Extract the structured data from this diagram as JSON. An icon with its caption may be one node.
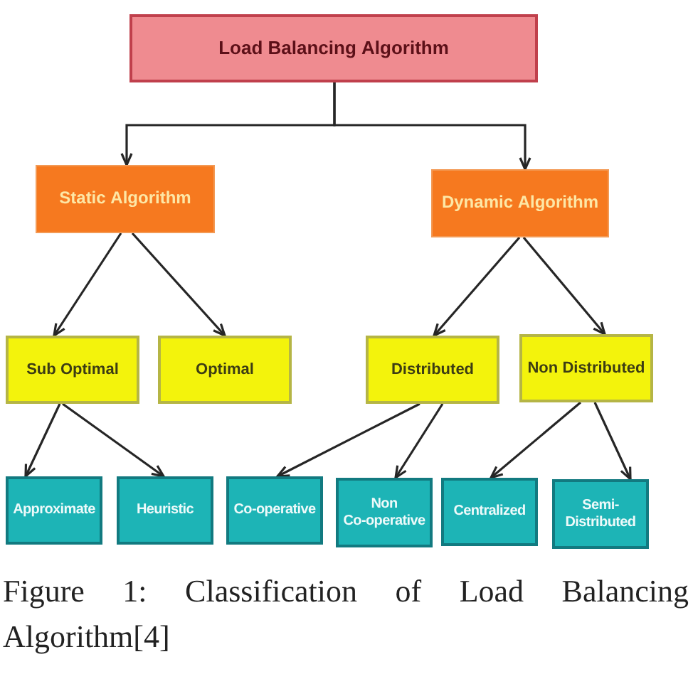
{
  "diagram": {
    "caption": "Figure 1: Classification of Load Balancing Algorithm[4]",
    "nodes": [
      {
        "text": [
          "Load Balancing Algorithm"
        ]
      },
      {
        "text": [
          "Static Algorithm"
        ]
      },
      {
        "text": [
          "Dynamic Algorithm"
        ]
      },
      {
        "text": [
          "Sub Optimal"
        ]
      },
      {
        "text": [
          "Optimal"
        ]
      },
      {
        "text": [
          "Distributed"
        ]
      },
      {
        "text": [
          "Non Distributed"
        ]
      },
      {
        "text": [
          "Approximate"
        ]
      },
      {
        "text": [
          "Heuristic"
        ]
      },
      {
        "text": [
          "Co-operative"
        ]
      },
      {
        "text": [
          "Non Co-operative"
        ]
      },
      {
        "text": [
          "Centralized"
        ]
      },
      {
        "text": [
          "Semi-Distributed"
        ]
      }
    ],
    "edges": [
      {
        "from": 0,
        "to": 1,
        "arrow": "to"
      },
      {
        "from": 0,
        "to": 2,
        "arrow": "to"
      },
      {
        "from": 1,
        "to": 3,
        "arrow": "to"
      },
      {
        "from": 1,
        "to": 4,
        "arrow": "to"
      },
      {
        "from": 2,
        "to": 5,
        "arrow": "to"
      },
      {
        "from": 2,
        "to": 6,
        "arrow": "to"
      },
      {
        "from": 3,
        "to": 7,
        "arrow": "to"
      },
      {
        "from": 3,
        "to": 8,
        "arrow": "to"
      },
      {
        "from": 5,
        "to": 9,
        "arrow": "to"
      },
      {
        "from": 5,
        "to": 10,
        "arrow": "to"
      },
      {
        "from": 6,
        "to": 11,
        "arrow": "to"
      },
      {
        "from": 6,
        "to": 12,
        "arrow": "to"
      }
    ]
  }
}
